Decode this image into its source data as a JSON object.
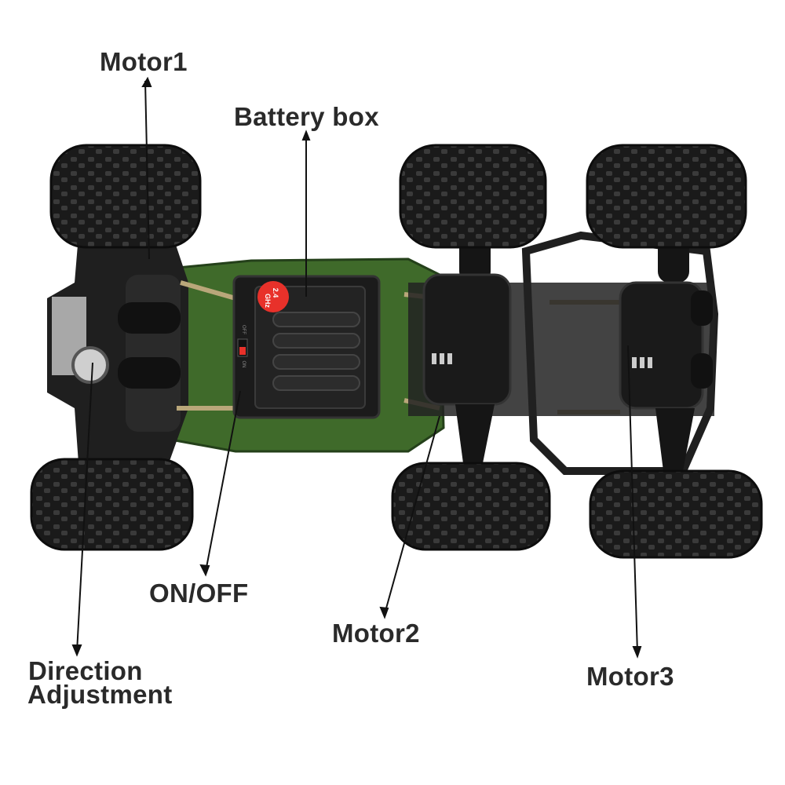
{
  "labels": {
    "motor1": "Motor1",
    "battery_box": "Battery box",
    "on_off": "ON/OFF",
    "motor2": "Motor2",
    "direction_line1": "Direction",
    "direction_line2": "Adjustment",
    "motor3": "Motor3"
  },
  "sticker": {
    "line1": "2.4",
    "line2": "GHz"
  },
  "switch": {
    "off": "OFF",
    "on": "ON"
  },
  "colors": {
    "tire": "#1c1c1c",
    "chassis": "#1f1f1f",
    "body": "#3f6a2a",
    "sticker": "#e8312a",
    "text": "#2a2a2a"
  }
}
